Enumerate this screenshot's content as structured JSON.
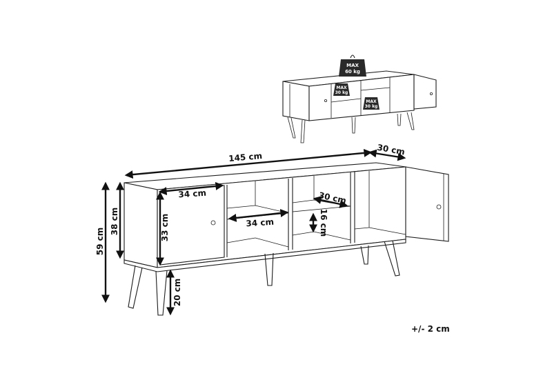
{
  "diagram": {
    "title": "TV bench dimensions",
    "subject": "TV bench with two doors and open shelves",
    "stroke_color": "#1a1a1a",
    "background": "#ffffff"
  },
  "overview": {
    "weights": [
      {
        "location": "top",
        "line1": "MAX",
        "line2": "60 kg"
      },
      {
        "location": "left-shelf",
        "line1": "MAX",
        "line2": "30 kg"
      },
      {
        "location": "right-shelf",
        "line1": "MAX",
        "line2": "30 kg"
      }
    ]
  },
  "dimensions": {
    "width": "145 cm",
    "depth": "30 cm",
    "total_height": "59 cm",
    "body_height": "38 cm",
    "door_width": "34 cm",
    "door_height": "33 cm",
    "shelf_width": "34 cm",
    "shelf_depth": "30 cm",
    "shelf_gap": "16 cm",
    "leg_height": "20 cm"
  },
  "tolerance": "+/- 2 cm"
}
